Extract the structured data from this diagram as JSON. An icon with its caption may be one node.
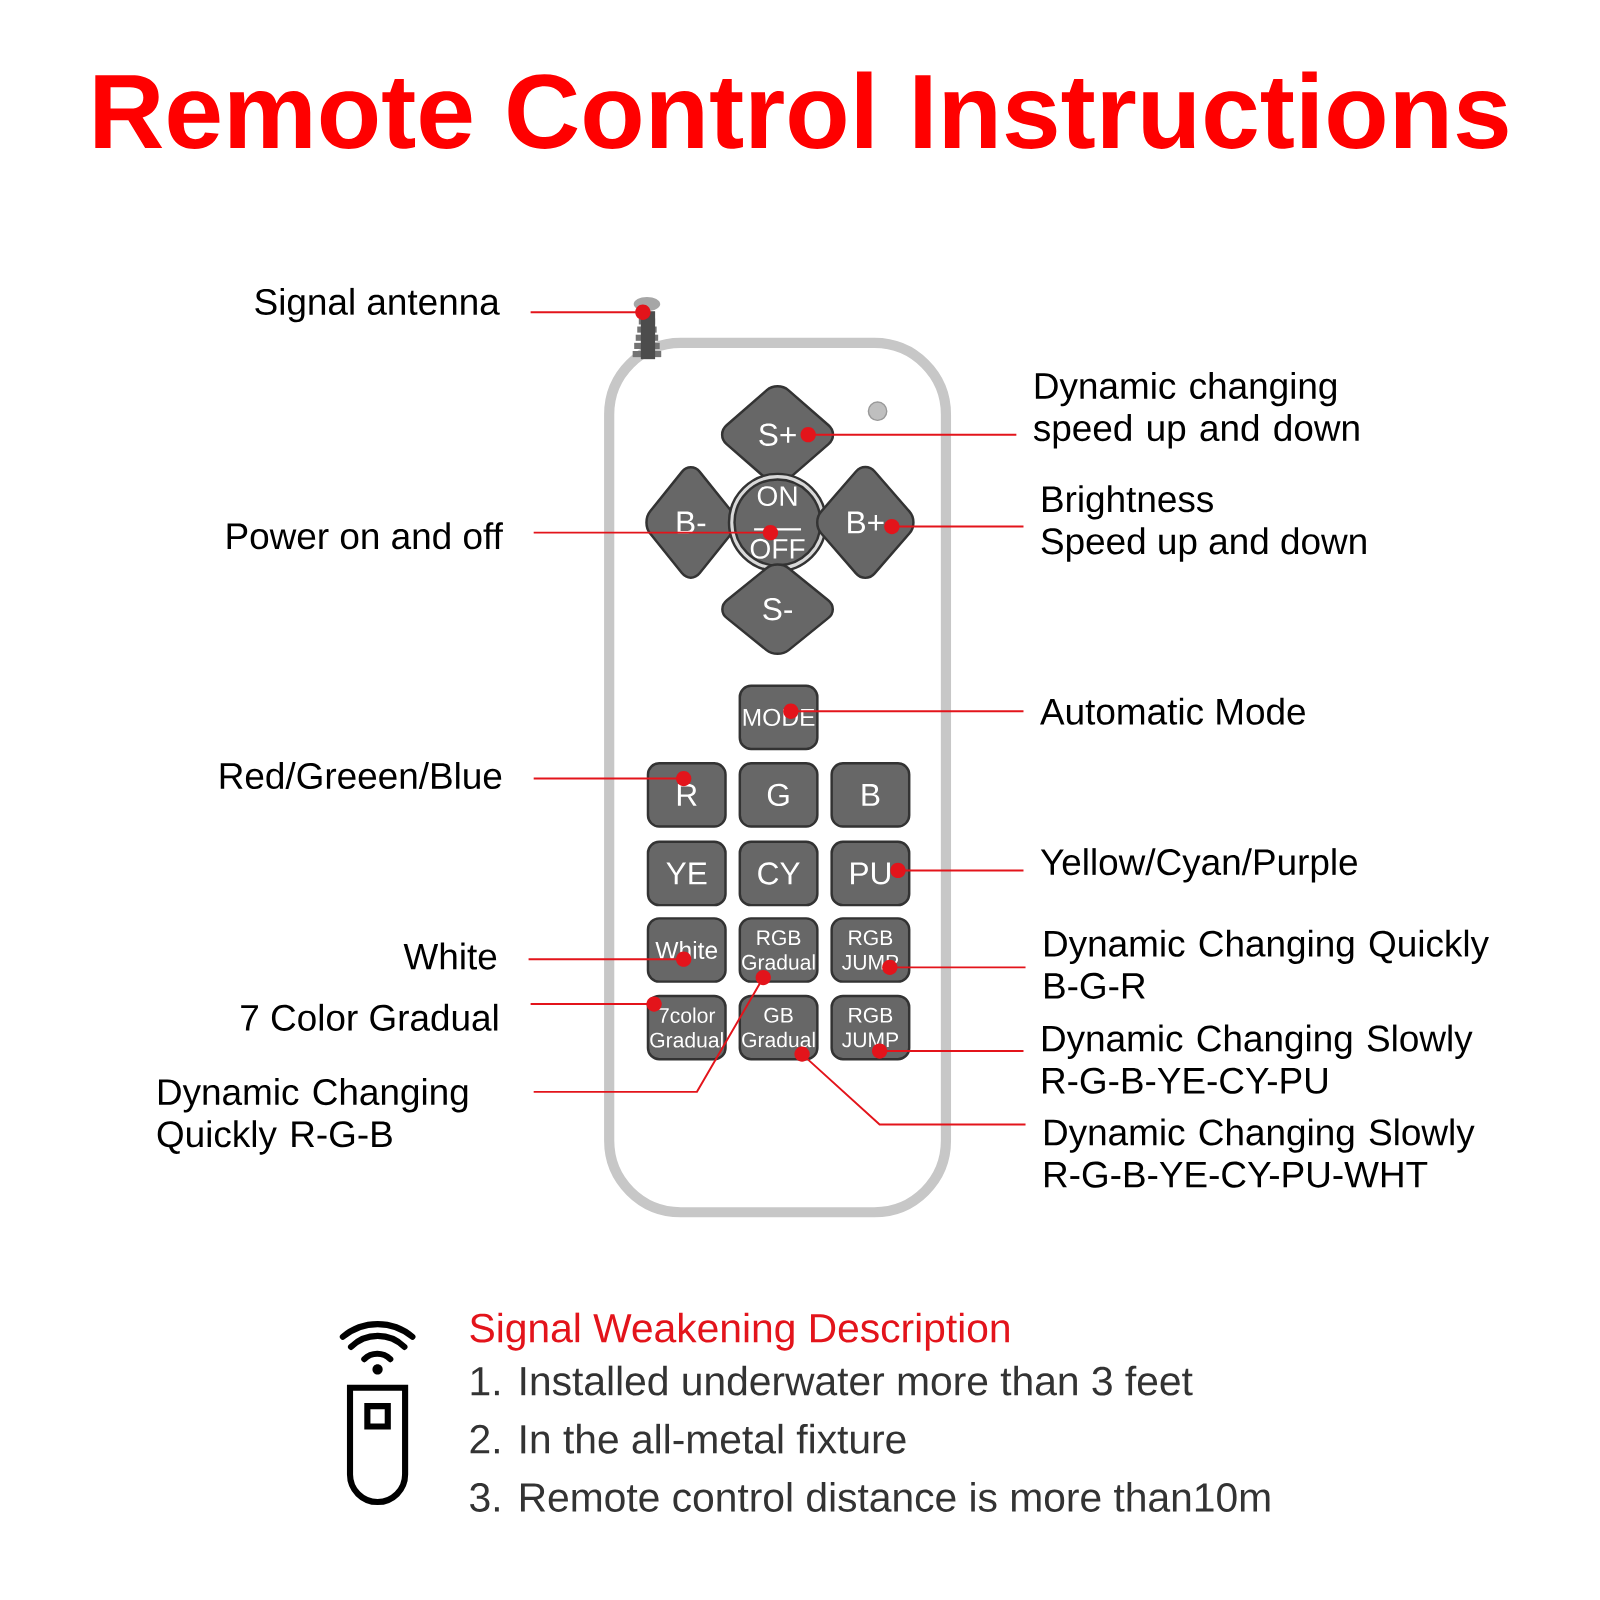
{
  "diagram": {
    "title": "Remote Control Instructions",
    "nodes": [
      {
        "text": [],
        "shape": "box"
      },
      {
        "text": [],
        "shape": "picture"
      },
      {
        "text": [
          "S+"
        ],
        "in": 0
      },
      {
        "text": [
          "B-"
        ],
        "in": 0
      },
      {
        "text": [
          "ON",
          "OFF"
        ],
        "in": 0
      },
      {
        "text": [
          "B+"
        ],
        "in": 0
      },
      {
        "text": [
          "S-"
        ],
        "in": 0
      },
      {
        "text": [
          "MODE"
        ],
        "in": 0
      },
      {
        "text": [
          "R"
        ],
        "in": 0
      },
      {
        "text": [
          "G"
        ],
        "in": 0
      },
      {
        "text": [
          "B"
        ],
        "in": 0
      },
      {
        "text": [
          "YE"
        ],
        "in": 0
      },
      {
        "text": [
          "CY"
        ],
        "in": 0
      },
      {
        "text": [
          "PU"
        ],
        "in": 0
      },
      {
        "text": [
          "White"
        ],
        "in": 0
      },
      {
        "text": [
          "RGB Gradual"
        ],
        "in": 0
      },
      {
        "text": [
          "RGB JUMP"
        ],
        "in": 0
      },
      {
        "text": [
          "7color Gradual"
        ],
        "in": 0
      },
      {
        "text": [
          "GB Gradual"
        ],
        "in": 0
      },
      {
        "text": [
          "RGB JUMP"
        ],
        "in": 0
      },
      {
        "text": [
          "Signal antenna"
        ]
      },
      {
        "text": [
          "Dynamic changing speed up and down"
        ]
      },
      {
        "text": [
          "Power on and off"
        ]
      },
      {
        "text": [
          "Brightness",
          "Speed up and down"
        ]
      },
      {
        "text": [
          "Automatic Mode"
        ]
      },
      {
        "text": [
          "Red/Greeen/Blue"
        ]
      },
      {
        "text": [
          "Yellow/Cyan/Purple"
        ]
      },
      {
        "text": [
          "White"
        ]
      },
      {
        "text": [
          "Dynamic Changing Quickly B-G-R"
        ]
      },
      {
        "text": [
          "7 Color Gradual"
        ]
      },
      {
        "text": [
          "Dynamic Changing Slowly R-G-B-YE-CY-PU"
        ]
      },
      {
        "text": [
          "Dynamic Changing Quickly R-G-B"
        ]
      },
      {
        "text": [
          "Dynamic Changing Slowly R-G-B-YE-CY-PU-WHT"
        ]
      }
    ],
    "edges": [
      {
        "from": 20,
        "to": 1,
        "arrow": "other"
      },
      {
        "from": 21,
        "to": 2,
        "arrow": "other"
      },
      {
        "from": 22,
        "to": 4,
        "arrow": "other"
      },
      {
        "from": 23,
        "to": 5,
        "arrow": "other"
      },
      {
        "from": 24,
        "to": 7,
        "arrow": "other"
      },
      {
        "from": 25,
        "to": 8,
        "arrow": "other"
      },
      {
        "from": 26,
        "to": 13,
        "arrow": "other"
      },
      {
        "from": 27,
        "to": 14,
        "arrow": "other"
      },
      {
        "from": 28,
        "to": 16,
        "arrow": "other"
      },
      {
        "from": 29,
        "to": 17,
        "arrow": "other"
      },
      {
        "from": 30,
        "to": 19,
        "arrow": "other"
      },
      {
        "from": 31,
        "to": 15,
        "arrow": "other"
      },
      {
        "from": 32,
        "to": 18,
        "arrow": "other"
      }
    ],
    "labels": [
      "Signal Weakening Description",
      "1. Installed underwater more than 3 feet",
      "2. In the all-metal fixture",
      "3. Remote control distance is more than10m"
    ]
  }
}
